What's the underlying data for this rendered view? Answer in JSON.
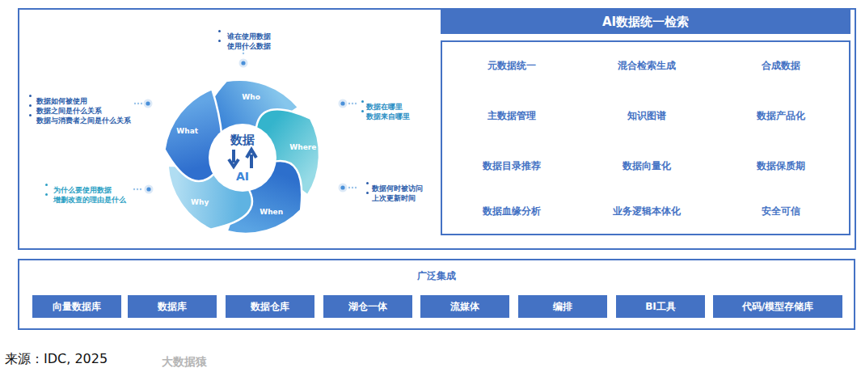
{
  "diagram": {
    "caption": "来源：IDC, 2025",
    "nodes": [
      {
        "text": [
          "Who"
        ]
      },
      {
        "text": [
          "Where"
        ]
      },
      {
        "text": [
          "When"
        ]
      },
      {
        "text": [
          "Why"
        ]
      },
      {
        "text": [
          "What"
        ]
      },
      {
        "text": [
          "数据",
          "AI"
        ]
      },
      {
        "text": [
          "AI数据统一检索",
          "元数据统一",
          "混合检索生成",
          "合成数据",
          "主数据管理",
          "知识图谱",
          "数据产品化",
          "数据目录推荐",
          "数据向量化",
          "数据保质期",
          "数据血缘分析",
          "业务逻辑本体化",
          "安全可信"
        ]
      },
      {
        "text": [
          "广泛集成"
        ]
      },
      {
        "text": [
          "向量数据库"
        ],
        "in": 7
      },
      {
        "text": [
          "数据库"
        ],
        "in": 7
      },
      {
        "text": [
          "数据仓库"
        ],
        "in": 7
      },
      {
        "text": [
          "湖仓一体"
        ],
        "in": 7
      },
      {
        "text": [
          "流媒体"
        ],
        "in": 7
      },
      {
        "text": [
          "编排"
        ],
        "in": 7
      },
      {
        "text": [
          "BI工具"
        ],
        "in": 7
      },
      {
        "text": [
          "代码/模型存储库"
        ],
        "in": 7
      }
    ],
    "labels": [
      "谁在使用数据",
      "使用什么数据",
      "数据如何被使用",
      "数据之间是什么关系",
      "数据与消费者之间是什么关系",
      "数据在哪里",
      "数据来自哪里",
      "为什么要使用数据",
      "增删改查的理由是什么",
      "数据何时被访问",
      "上次更新时间",
      "大数据猿"
    ]
  }
}
